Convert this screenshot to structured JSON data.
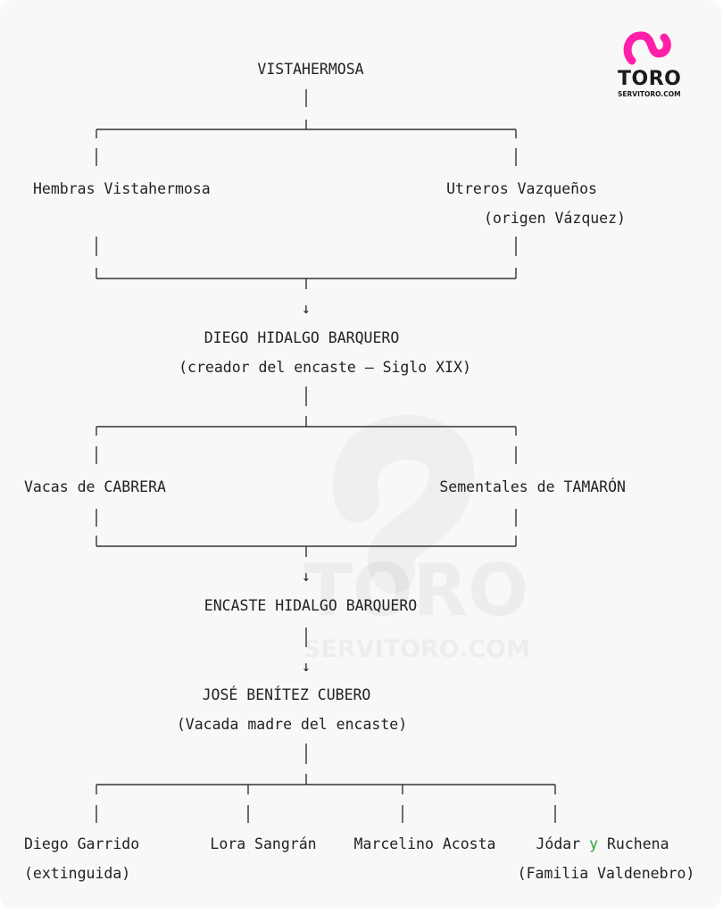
{
  "brand": {
    "name": "TORO",
    "url": "SERVITORO.COM",
    "accent_color": "#ff1fa8",
    "logo_icon": "s-swoosh-icon"
  },
  "watermark": {
    "name": "TORO",
    "url": "SERVITORO.COM"
  },
  "tree": {
    "root": "VISTAHERMOSA",
    "level1": {
      "left": "Hembras Vistahermosa",
      "right_line1": "Utreros Vazqueños",
      "right_line2": "(origen Vázquez)"
    },
    "creator": {
      "name": "DIEGO HIDALGO BARQUERO",
      "subtitle": "(creador del encaste – Siglo XIX)"
    },
    "level2": {
      "left": "Vacas de CABRERA",
      "right": "Sementales de TAMARÓN"
    },
    "encaste": "ENCASTE HIDALGO BARQUERO",
    "mother": {
      "name": "JOSÉ BENÍTEZ CUBERO",
      "subtitle": "(Vacada madre del encaste)"
    },
    "branches": [
      {
        "line1": "Diego Garrido",
        "line2": "(extinguida)"
      },
      {
        "line1": "Lora Sangrán",
        "line2": ""
      },
      {
        "line1": "Marcelino Acosta",
        "line2": ""
      },
      {
        "line1_a": "Jódar",
        "line1_conj": "y",
        "line1_b": "Ruchena",
        "line2": "(Familia Valdenebro)"
      }
    ],
    "arrow_glyph": "↓"
  }
}
